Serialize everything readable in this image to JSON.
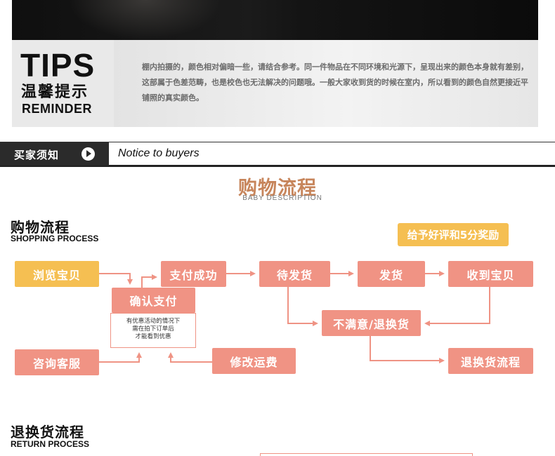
{
  "tips": {
    "title": "TIPS",
    "title_cn": "温馨提示",
    "title_en": "REMINDER",
    "text": "棚内拍摄的，颜色相对偏暗一些，请结合参考。同一件物品在不同环境和光源下，呈现出来的颜色本身就有差别，这部属于色差范畴，也是校色也无法解决的问题哦。一般大家收到货的时候在室内，所以看到的颜色自然更接近平铺照的真实颜色。"
  },
  "notice": {
    "label": "买家须知",
    "en": "Notice to buyers"
  },
  "center": {
    "title": "购物流程",
    "subtitle": "BABY DESCRIPTION"
  },
  "shopping": {
    "title_cn": "购物流程",
    "title_en": "SHOPPING PROCESS",
    "reward": "给予好评和5分奖励",
    "steps": {
      "browse": "浏览宝贝",
      "pay_success": "支付成功",
      "await_ship": "待发货",
      "ship": "发货",
      "receive": "收到宝贝",
      "confirm_pay": "确认支付",
      "note": [
        "有优惠活动的情况下",
        "需在拍下订单后",
        "才能看到优惠"
      ],
      "dissatisfied": "不满意/退换货",
      "consult": "咨询客服",
      "modify_fee": "修改运费",
      "return_flow": "退换货流程"
    }
  },
  "returns": {
    "title_cn": "退换货流程",
    "title_en": "RETURN PROCESS"
  },
  "colors": {
    "salmon": "#f09384",
    "yellow": "#f5bf52",
    "arrow": "#ef9384",
    "dark": "#2b2b2b"
  }
}
